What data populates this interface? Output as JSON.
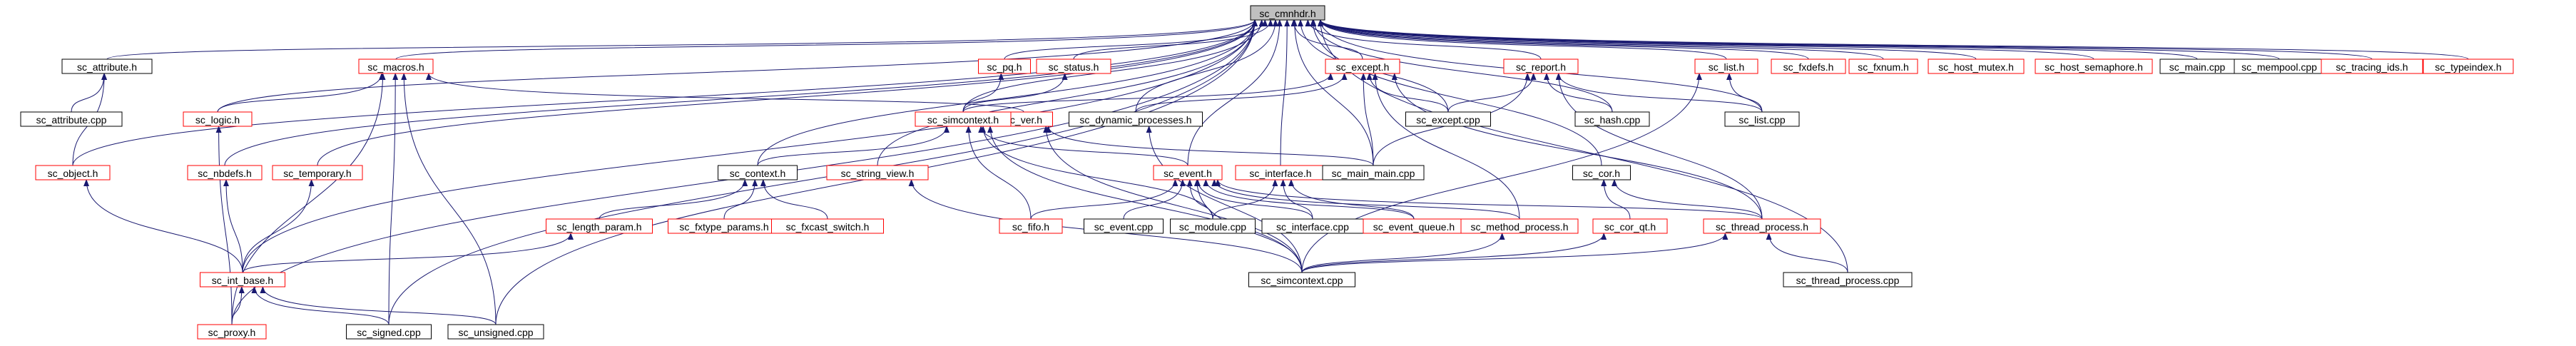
{
  "colors": {
    "background": "#ffffff",
    "edge": "#191970",
    "node_fill": "#ffffff",
    "node_fill_root": "#bfbfbf",
    "node_border_black": "#000000",
    "node_border_red": "#ff0000",
    "text": "#000000"
  },
  "nodes": [
    {
      "id": "sc_cmnhdr_h",
      "label": "sc_cmnhdr.h",
      "border": "gray"
    },
    {
      "id": "sc_attribute_h",
      "label": "sc_attribute.h",
      "border": "black"
    },
    {
      "id": "sc_macros_h",
      "label": "sc_macros.h",
      "border": "red"
    },
    {
      "id": "sc_pq_h",
      "label": "sc_pq.h",
      "border": "red"
    },
    {
      "id": "sc_status_h",
      "label": "sc_status.h",
      "border": "red"
    },
    {
      "id": "sc_except_h",
      "label": "sc_except.h",
      "border": "red"
    },
    {
      "id": "sc_report_h",
      "label": "sc_report.h",
      "border": "red"
    },
    {
      "id": "sc_list_h",
      "label": "sc_list.h",
      "border": "red"
    },
    {
      "id": "sc_fxdefs_h",
      "label": "sc_fxdefs.h",
      "border": "red"
    },
    {
      "id": "sc_fxnum_h",
      "label": "sc_fxnum.h",
      "border": "red"
    },
    {
      "id": "sc_host_mutex_h",
      "label": "sc_host_mutex.h",
      "border": "red"
    },
    {
      "id": "sc_host_semaphore_h",
      "label": "sc_host_semaphore.h",
      "border": "red"
    },
    {
      "id": "sc_main_cpp",
      "label": "sc_main.cpp",
      "border": "black"
    },
    {
      "id": "sc_mempool_cpp",
      "label": "sc_mempool.cpp",
      "border": "black"
    },
    {
      "id": "sc_tracing_ids_h",
      "label": "sc_tracing_ids.h",
      "border": "red"
    },
    {
      "id": "sc_typeindex_h",
      "label": "sc_typeindex.h",
      "border": "red"
    },
    {
      "id": "sc_attribute_cpp",
      "label": "sc_attribute.cpp",
      "border": "black"
    },
    {
      "id": "sc_logic_h",
      "label": "sc_logic.h",
      "border": "red"
    },
    {
      "id": "sc_ver_h",
      "label": "sc_ver.h",
      "border": "red"
    },
    {
      "id": "sc_simcontext_h",
      "label": "sc_simcontext.h",
      "border": "red"
    },
    {
      "id": "sc_dynamic_processes_h",
      "label": "sc_dynamic_processes.h",
      "border": "black"
    },
    {
      "id": "sc_except_cpp",
      "label": "sc_except.cpp",
      "border": "black"
    },
    {
      "id": "sc_hash_cpp",
      "label": "sc_hash.cpp",
      "border": "black"
    },
    {
      "id": "sc_list_cpp",
      "label": "sc_list.cpp",
      "border": "black"
    },
    {
      "id": "sc_object_h",
      "label": "sc_object.h",
      "border": "red"
    },
    {
      "id": "sc_nbdefs_h",
      "label": "sc_nbdefs.h",
      "border": "red"
    },
    {
      "id": "sc_temporary_h",
      "label": "sc_temporary.h",
      "border": "red"
    },
    {
      "id": "sc_context_h",
      "label": "sc_context.h",
      "border": "black"
    },
    {
      "id": "sc_string_view_h",
      "label": "sc_string_view.h",
      "border": "red"
    },
    {
      "id": "sc_event_h",
      "label": "sc_event.h",
      "border": "red"
    },
    {
      "id": "sc_interface_h",
      "label": "sc_interface.h",
      "border": "red"
    },
    {
      "id": "sc_main_main_cpp",
      "label": "sc_main_main.cpp",
      "border": "black"
    },
    {
      "id": "sc_cor_h",
      "label": "sc_cor.h",
      "border": "black"
    },
    {
      "id": "sc_length_param_h",
      "label": "sc_length_param.h",
      "border": "red"
    },
    {
      "id": "sc_fxtype_params_h",
      "label": "sc_fxtype_params.h",
      "border": "red"
    },
    {
      "id": "sc_fxcast_switch_h",
      "label": "sc_fxcast_switch.h",
      "border": "red"
    },
    {
      "id": "sc_fifo_h",
      "label": "sc_fifo.h",
      "border": "red"
    },
    {
      "id": "sc_event_cpp",
      "label": "sc_event.cpp",
      "border": "black"
    },
    {
      "id": "sc_module_cpp",
      "label": "sc_module.cpp",
      "border": "black"
    },
    {
      "id": "sc_interface_cpp",
      "label": "sc_interface.cpp",
      "border": "black"
    },
    {
      "id": "sc_event_queue_h",
      "label": "sc_event_queue.h",
      "border": "red"
    },
    {
      "id": "sc_method_process_h",
      "label": "sc_method_process.h",
      "border": "red"
    },
    {
      "id": "sc_cor_qt_h",
      "label": "sc_cor_qt.h",
      "border": "red"
    },
    {
      "id": "sc_thread_process_h",
      "label": "sc_thread_process.h",
      "border": "red"
    },
    {
      "id": "sc_int_base_h",
      "label": "sc_int_base.h",
      "border": "red"
    },
    {
      "id": "sc_simcontext_cpp",
      "label": "sc_simcontext.cpp",
      "border": "black"
    },
    {
      "id": "sc_thread_process_cpp",
      "label": "sc_thread_process.cpp",
      "border": "black"
    },
    {
      "id": "sc_proxy_h",
      "label": "sc_proxy.h",
      "border": "red"
    },
    {
      "id": "sc_signed_cpp",
      "label": "sc_signed.cpp",
      "border": "black"
    },
    {
      "id": "sc_unsigned_cpp",
      "label": "sc_unsigned.cpp",
      "border": "black"
    }
  ],
  "edges": [
    {
      "from": "sc_attribute_h",
      "to": "sc_cmnhdr_h"
    },
    {
      "from": "sc_macros_h",
      "to": "sc_cmnhdr_h"
    },
    {
      "from": "sc_pq_h",
      "to": "sc_cmnhdr_h"
    },
    {
      "from": "sc_status_h",
      "to": "sc_cmnhdr_h"
    },
    {
      "from": "sc_except_h",
      "to": "sc_cmnhdr_h"
    },
    {
      "from": "sc_report_h",
      "to": "sc_cmnhdr_h"
    },
    {
      "from": "sc_list_h",
      "to": "sc_cmnhdr_h"
    },
    {
      "from": "sc_fxdefs_h",
      "to": "sc_cmnhdr_h"
    },
    {
      "from": "sc_fxnum_h",
      "to": "sc_cmnhdr_h"
    },
    {
      "from": "sc_host_mutex_h",
      "to": "sc_cmnhdr_h"
    },
    {
      "from": "sc_host_semaphore_h",
      "to": "sc_cmnhdr_h"
    },
    {
      "from": "sc_main_cpp",
      "to": "sc_cmnhdr_h"
    },
    {
      "from": "sc_mempool_cpp",
      "to": "sc_cmnhdr_h"
    },
    {
      "from": "sc_tracing_ids_h",
      "to": "sc_cmnhdr_h"
    },
    {
      "from": "sc_typeindex_h",
      "to": "sc_cmnhdr_h"
    },
    {
      "from": "sc_logic_h",
      "to": "sc_cmnhdr_h"
    },
    {
      "from": "sc_object_h",
      "to": "sc_cmnhdr_h"
    },
    {
      "from": "sc_nbdefs_h",
      "to": "sc_cmnhdr_h"
    },
    {
      "from": "sc_temporary_h",
      "to": "sc_cmnhdr_h"
    },
    {
      "from": "sc_simcontext_h",
      "to": "sc_cmnhdr_h"
    },
    {
      "from": "sc_dynamic_processes_h",
      "to": "sc_cmnhdr_h"
    },
    {
      "from": "sc_context_h",
      "to": "sc_cmnhdr_h"
    },
    {
      "from": "sc_string_view_h",
      "to": "sc_cmnhdr_h"
    },
    {
      "from": "sc_event_h",
      "to": "sc_cmnhdr_h"
    },
    {
      "from": "sc_interface_h",
      "to": "sc_cmnhdr_h"
    },
    {
      "from": "sc_main_main_cpp",
      "to": "sc_cmnhdr_h"
    },
    {
      "from": "sc_cor_h",
      "to": "sc_cmnhdr_h"
    },
    {
      "from": "sc_except_cpp",
      "to": "sc_cmnhdr_h"
    },
    {
      "from": "sc_hash_cpp",
      "to": "sc_cmnhdr_h"
    },
    {
      "from": "sc_list_cpp",
      "to": "sc_cmnhdr_h"
    },
    {
      "from": "sc_thread_process_cpp",
      "to": "sc_cmnhdr_h"
    },
    {
      "from": "sc_int_base_h",
      "to": "sc_cmnhdr_h"
    },
    {
      "from": "sc_proxy_h",
      "to": "sc_cmnhdr_h"
    },
    {
      "from": "sc_signed_cpp",
      "to": "sc_cmnhdr_h"
    },
    {
      "from": "sc_unsigned_cpp",
      "to": "sc_cmnhdr_h"
    },
    {
      "from": "sc_attribute_cpp",
      "to": "sc_attribute_h"
    },
    {
      "from": "sc_object_h",
      "to": "sc_attribute_h"
    },
    {
      "from": "sc_logic_h",
      "to": "sc_macros_h"
    },
    {
      "from": "sc_ver_h",
      "to": "sc_macros_h"
    },
    {
      "from": "sc_proxy_h",
      "to": "sc_macros_h"
    },
    {
      "from": "sc_signed_cpp",
      "to": "sc_macros_h"
    },
    {
      "from": "sc_unsigned_cpp",
      "to": "sc_macros_h"
    },
    {
      "from": "sc_simcontext_h",
      "to": "sc_pq_h"
    },
    {
      "from": "sc_simcontext_h",
      "to": "sc_status_h"
    },
    {
      "from": "sc_simcontext_h",
      "to": "sc_except_h"
    },
    {
      "from": "sc_dynamic_processes_h",
      "to": "sc_except_h"
    },
    {
      "from": "sc_except_cpp",
      "to": "sc_except_h"
    },
    {
      "from": "sc_main_main_cpp",
      "to": "sc_except_h"
    },
    {
      "from": "sc_method_process_h",
      "to": "sc_except_h"
    },
    {
      "from": "sc_thread_process_h",
      "to": "sc_except_h"
    },
    {
      "from": "sc_except_cpp",
      "to": "sc_report_h"
    },
    {
      "from": "sc_hash_cpp",
      "to": "sc_report_h"
    },
    {
      "from": "sc_list_cpp",
      "to": "sc_report_h"
    },
    {
      "from": "sc_main_main_cpp",
      "to": "sc_report_h"
    },
    {
      "from": "sc_thread_process_h",
      "to": "sc_report_h"
    },
    {
      "from": "sc_list_cpp",
      "to": "sc_list_h"
    },
    {
      "from": "sc_simcontext_cpp",
      "to": "sc_list_h"
    },
    {
      "from": "sc_simcontext_cpp",
      "to": "sc_ver_h"
    },
    {
      "from": "sc_main_main_cpp",
      "to": "sc_ver_h"
    },
    {
      "from": "sc_context_h",
      "to": "sc_simcontext_h"
    },
    {
      "from": "sc_event_h",
      "to": "sc_simcontext_h"
    },
    {
      "from": "sc_fifo_h",
      "to": "sc_simcontext_h"
    },
    {
      "from": "sc_module_cpp",
      "to": "sc_simcontext_h"
    },
    {
      "from": "sc_simcontext_cpp",
      "to": "sc_simcontext_h"
    },
    {
      "from": "sc_simcontext_cpp",
      "to": "sc_dynamic_processes_h"
    },
    {
      "from": "sc_length_param_h",
      "to": "sc_context_h"
    },
    {
      "from": "sc_fxtype_params_h",
      "to": "sc_context_h"
    },
    {
      "from": "sc_fxcast_switch_h",
      "to": "sc_context_h"
    },
    {
      "from": "sc_simcontext_cpp",
      "to": "sc_string_view_h"
    },
    {
      "from": "sc_fifo_h",
      "to": "sc_event_h"
    },
    {
      "from": "sc_event_cpp",
      "to": "sc_event_h"
    },
    {
      "from": "sc_module_cpp",
      "to": "sc_event_h"
    },
    {
      "from": "sc_interface_cpp",
      "to": "sc_event_h"
    },
    {
      "from": "sc_event_queue_h",
      "to": "sc_event_h"
    },
    {
      "from": "sc_method_process_h",
      "to": "sc_event_h"
    },
    {
      "from": "sc_thread_process_h",
      "to": "sc_event_h"
    },
    {
      "from": "sc_simcontext_cpp",
      "to": "sc_event_h"
    },
    {
      "from": "sc_module_cpp",
      "to": "sc_interface_h"
    },
    {
      "from": "sc_interface_cpp",
      "to": "sc_interface_h"
    },
    {
      "from": "sc_event_queue_h",
      "to": "sc_interface_h"
    },
    {
      "from": "sc_cor_qt_h",
      "to": "sc_cor_h"
    },
    {
      "from": "sc_thread_process_h",
      "to": "sc_cor_h"
    },
    {
      "from": "sc_int_base_h",
      "to": "sc_length_param_h"
    },
    {
      "from": "sc_int_base_h",
      "to": "sc_object_h"
    },
    {
      "from": "sc_int_base_h",
      "to": "sc_nbdefs_h"
    },
    {
      "from": "sc_int_base_h",
      "to": "sc_temporary_h"
    },
    {
      "from": "sc_simcontext_cpp",
      "to": "sc_method_process_h"
    },
    {
      "from": "sc_simcontext_cpp",
      "to": "sc_cor_qt_h"
    },
    {
      "from": "sc_simcontext_cpp",
      "to": "sc_thread_process_h"
    },
    {
      "from": "sc_thread_process_cpp",
      "to": "sc_thread_process_h"
    },
    {
      "from": "sc_proxy_h",
      "to": "sc_int_base_h"
    },
    {
      "from": "sc_signed_cpp",
      "to": "sc_int_base_h"
    },
    {
      "from": "sc_unsigned_cpp",
      "to": "sc_int_base_h"
    },
    {
      "from": "sc_proxy_h",
      "to": "sc_logic_h"
    }
  ]
}
